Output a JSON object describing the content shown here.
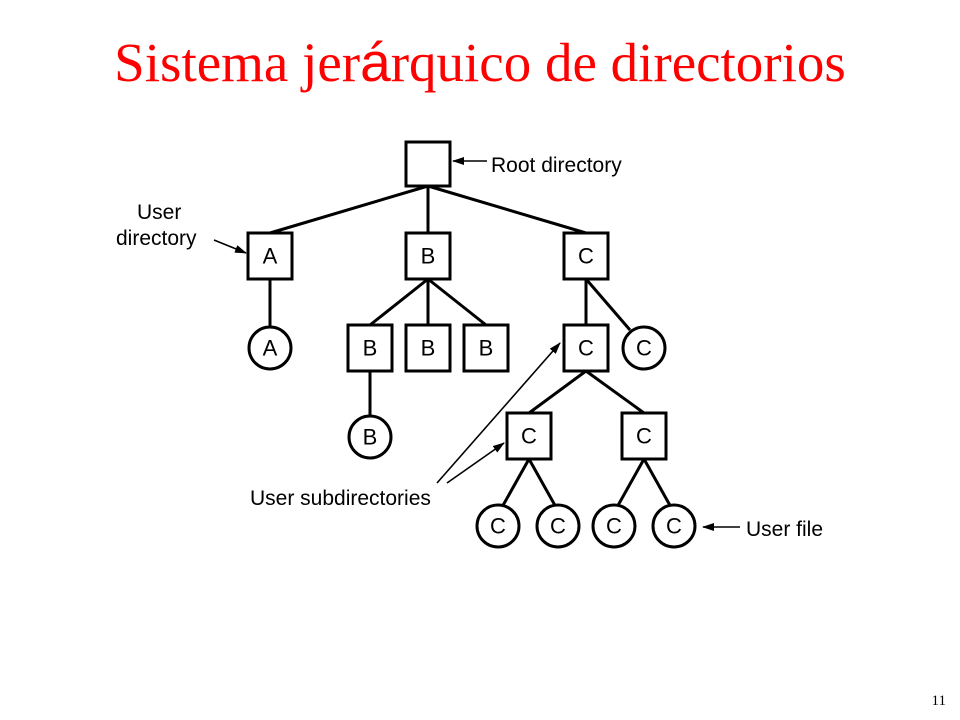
{
  "slide": {
    "title_before": "Sistema jer",
    "title_accent": "á",
    "title_after": "rquico de directorios",
    "page_number": "11",
    "title_color": "#ff0000"
  },
  "tree": {
    "directories": {
      "root": "",
      "user_a": "A",
      "user_b": "B",
      "user_c": "C",
      "b_sub_1": "B",
      "b_sub_2": "B",
      "b_sub_3": "B",
      "c_sub_main": "C",
      "c_sub_left": "C",
      "c_sub_right": "C"
    },
    "files": {
      "a_file": "A",
      "b_file": "B",
      "c_file": "C",
      "c_left_file_1": "C",
      "c_left_file_2": "C",
      "c_right_file_1": "C",
      "c_right_file_2": "C"
    }
  },
  "labels": {
    "root_directory": "Root directory",
    "user_directory_line1": "User",
    "user_directory_line2": "directory",
    "user_subdirectories": "User subdirectories",
    "user_file": "User file"
  }
}
